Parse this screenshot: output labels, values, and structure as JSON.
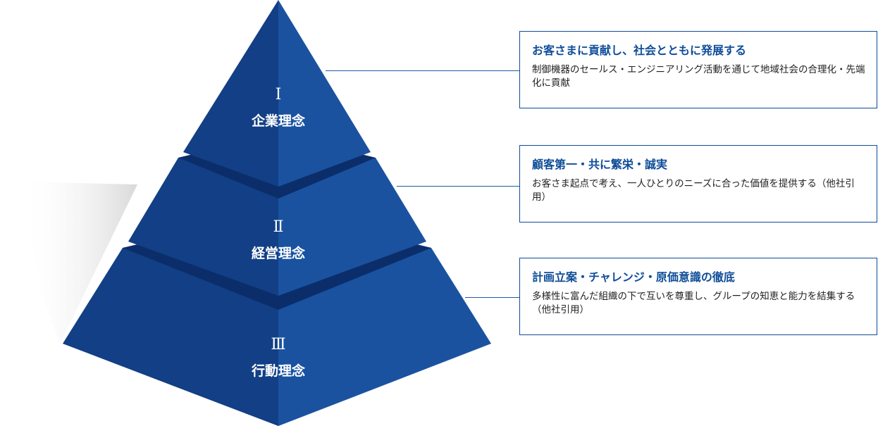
{
  "tiers": [
    {
      "numeral": "Ⅰ",
      "label": "企業理念",
      "title": "お客さまに貢献し、社会とともに発展する",
      "description": "制御機器のセールス・エンジニアリング活動を通じて地域社会の合理化・先端化に貢献"
    },
    {
      "numeral": "Ⅱ",
      "label": "経営理念",
      "title": "顧客第一・共に繁栄・誠実",
      "description": "お客さま起点で考え、一人ひとりのニーズに合った価値を提供する（他社引用）"
    },
    {
      "numeral": "Ⅲ",
      "label": "行動理念",
      "title": "計画立案・チャレンジ・原価意識の徹底",
      "description": "多様性に富んだ組織の下で互いを尊重し、グループの知恵と能力を結集する（他社引用）"
    }
  ],
  "colors": {
    "face_left": "#123f85",
    "face_right": "#1a52a0",
    "groove": "#0b2e6a",
    "box_border": "#0e4d98",
    "title_text": "#0e4d98"
  }
}
